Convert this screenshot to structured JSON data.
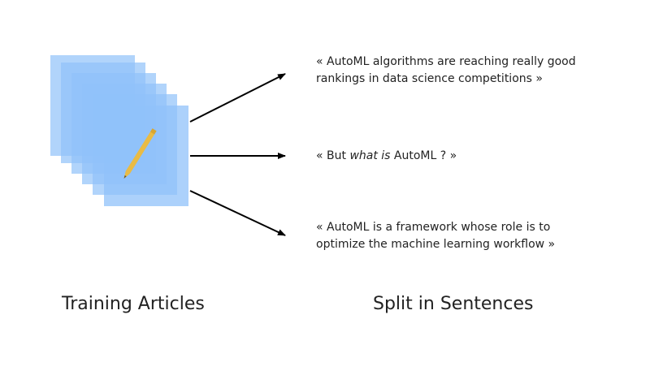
{
  "labels": {
    "left_caption": "Training Articles",
    "right_caption": "Split in Sentences"
  },
  "sentences": [
    {
      "line1": "« AutoML algorithms are reaching really good",
      "line2": "rankings in data science competitions »"
    },
    {
      "prefix": "« But ",
      "emphasis": "what is",
      "suffix": " AutoML ? »"
    },
    {
      "line1": "« AutoML is a framework whose role is to",
      "line2": "optimize the machine learning workflow »"
    }
  ],
  "colors": {
    "page_fill": "#90C2FA",
    "page_overlap": "#3D8EF2",
    "pencil": "#E9BB44",
    "arrow": "#000000",
    "text": "#222222"
  },
  "icons": {
    "document": "document-stack-icon",
    "pencil": "pencil-icon"
  }
}
